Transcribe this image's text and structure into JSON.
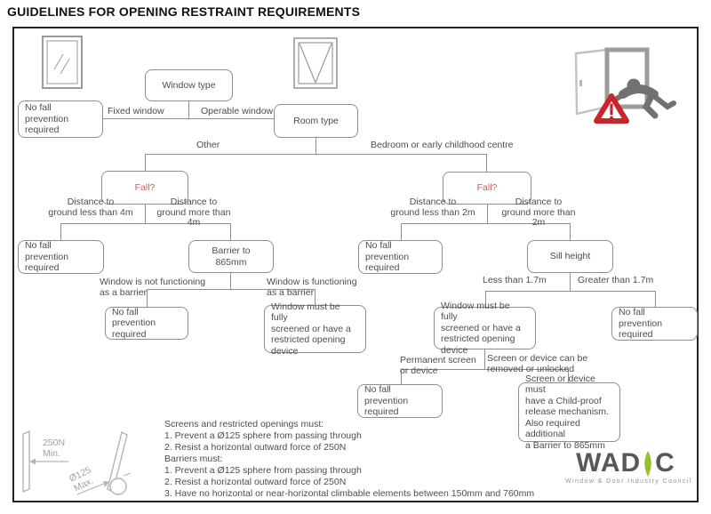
{
  "title": "GUIDELINES FOR OPENING RESTRAINT REQUIREMENTS",
  "colors": {
    "fall_red": "#cd5a50",
    "warning_red": "#c9252c",
    "logo_green": "#98bf2e",
    "line_grey": "#8e8e8e",
    "text_grey": "#4d4d4d"
  },
  "nodes": {
    "window_type": "Window type",
    "room_type": "Room type",
    "fall_left": "Fall?",
    "fall_right": "Fall?",
    "no_fall_fixed": "No fall prevention\nrequired",
    "no_fall_left4": "No fall prevention\nrequired",
    "barrier_865": "Barrier to 865mm",
    "no_fall_not_barrier": "No fall prevention\nrequired",
    "screened_left": "Window must be fully\nscreened or have a\nrestricted opening device",
    "no_fall_right2": "No fall prevention\nrequired",
    "sill_height": "Sill height",
    "screened_right": "Window must be fully\nscreened or have a\nrestricted opening device",
    "no_fall_gt17": "No fall prevention\nrequired",
    "no_fall_permanent": "No fall prevention\nrequired",
    "childproof": "Screen or device must\nhave a Child-proof\nrelease mechanism.\nAlso required additional\na Barrier to 865mm"
  },
  "edges": {
    "fixed_window": "Fixed window",
    "operable_window": "Operable window",
    "other": "Other",
    "bedroom": "Bedroom or early childhood centre",
    "dist_lt4": "Distance to\nground less than 4m",
    "dist_gt4": "Distance to\nground more than 4m",
    "dist_lt2": "Distance to\nground less than 2m",
    "dist_gt2": "Distance to\nground more than 2m",
    "not_functioning": "Window is not functioning\nas a barrier",
    "functioning": "Window is functioning\nas a barrier",
    "lt17": "Less than 1.7m",
    "gt17": "Greater than 1.7m",
    "permanent": "Permanent screen\nor device",
    "removable": "Screen or device can be\nremoved or unlocked"
  },
  "notes": {
    "lines": [
      "Screens and restricted openings must:",
      "1. Prevent a Ø125 sphere from passing through",
      "2. Resist a horizontal outward force of 250N",
      "Barriers must:",
      "1. Prevent a Ø125 sphere from passing through",
      "2. Resist a horizontal outward force of 250N",
      "3. Have no horizontal or near-horizontal climbable elements between 150mm and 760mm"
    ]
  },
  "annotations": {
    "force": "250N\nMin.",
    "sphere": "Ø125\nMax."
  },
  "logo": {
    "word_left": "WAD",
    "word_right": "C",
    "tagline": "Window & Door Industry Council"
  }
}
